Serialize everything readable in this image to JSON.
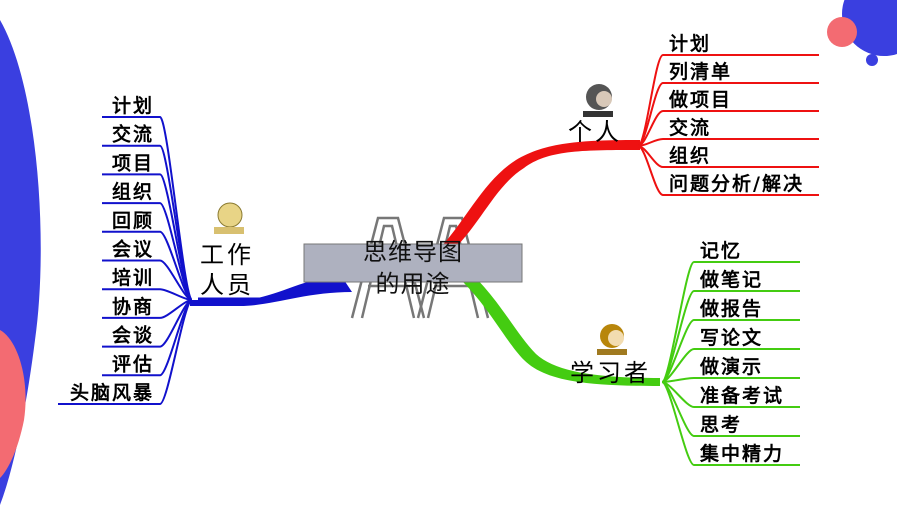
{
  "center": {
    "line1": "思维导图",
    "line2": "的用途"
  },
  "branches": {
    "personal": {
      "label": "个人",
      "color": "#ee1111",
      "items": [
        "计划",
        "列清单",
        "做项目",
        "交流",
        "组织",
        "问题分析/解决"
      ]
    },
    "staff": {
      "label_line1": "工作",
      "label_line2": "人员",
      "color": "#1111cc",
      "items": [
        "计划",
        "交流",
        "项目",
        "组织",
        "回顾",
        "会议",
        "培训",
        "协商",
        "会谈",
        "评估",
        "头脑风暴"
      ]
    },
    "learner": {
      "label": "学习者",
      "color": "#44cc11",
      "items": [
        "记忆",
        "做笔记",
        "做报告",
        "写论文",
        "做演示",
        "准备考试",
        "思考",
        "集中精力"
      ]
    }
  },
  "decor": {
    "accent_blue": "#3a3fe0",
    "accent_coral": "#f36b72",
    "center_box": "#aeb1bf"
  }
}
